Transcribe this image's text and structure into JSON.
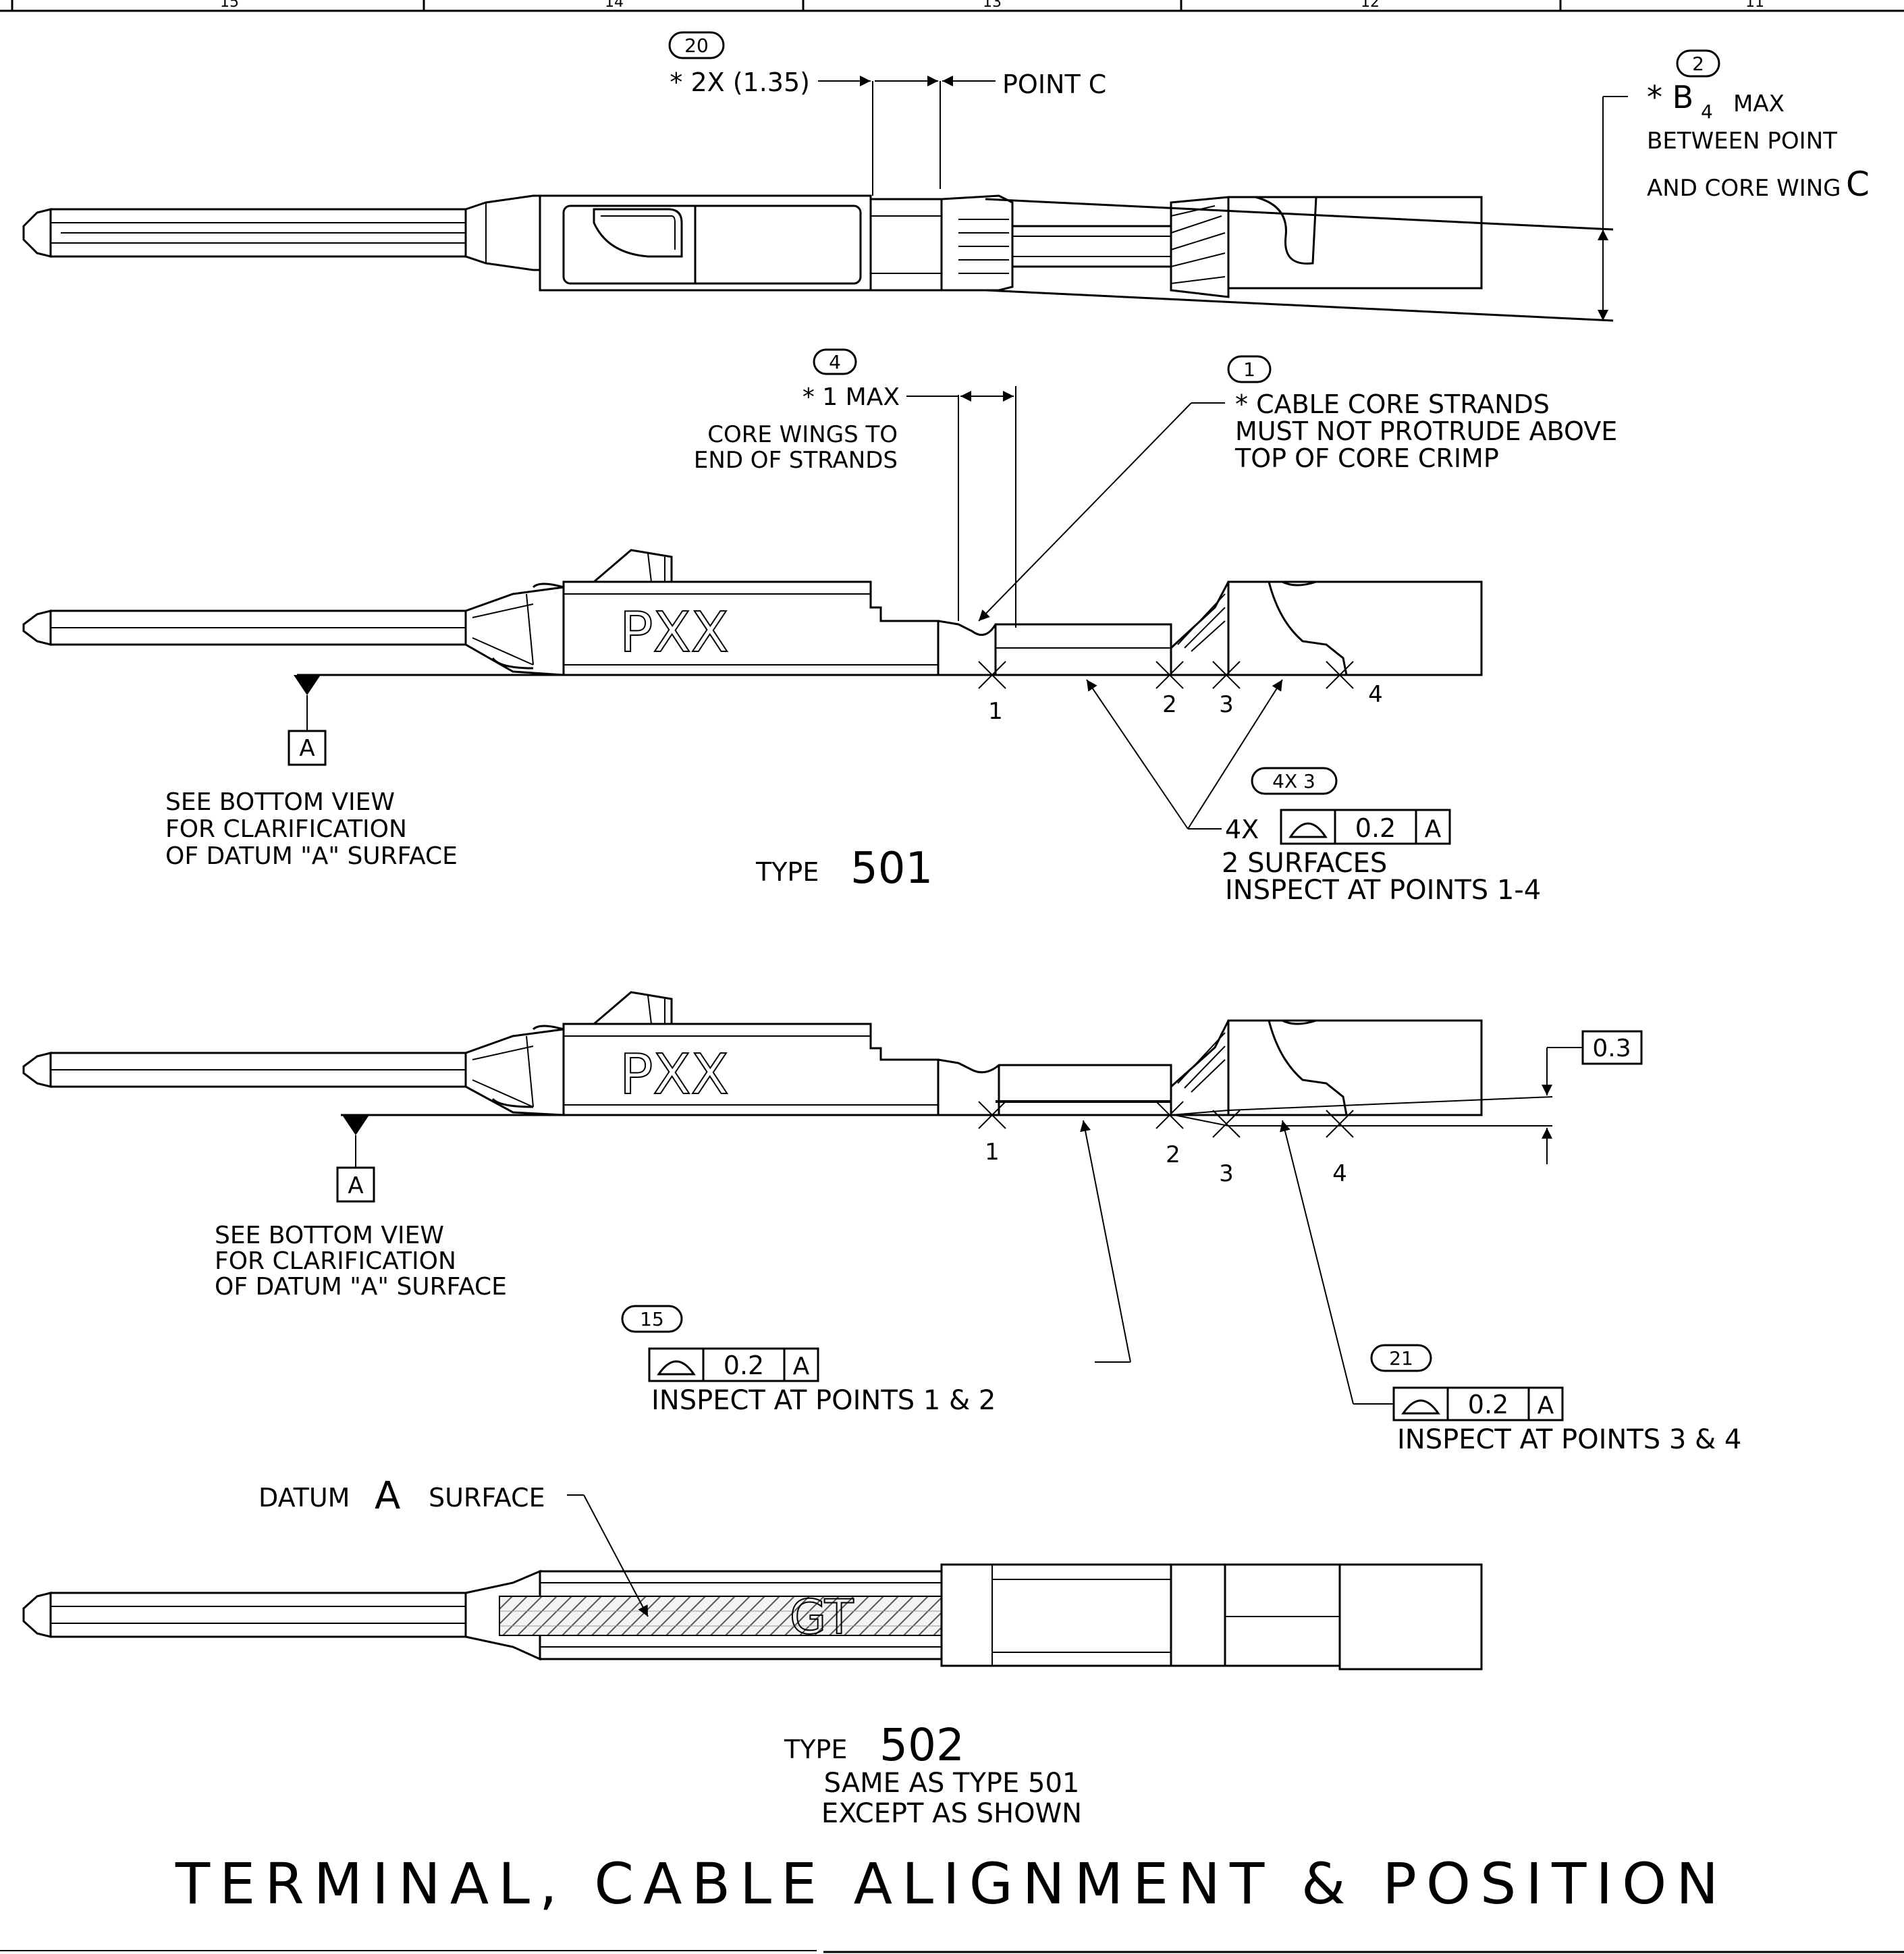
{
  "title_block": {
    "zone_labels": [
      "15",
      "14",
      "13",
      "12",
      "11"
    ]
  },
  "view_top": {
    "balloon": "20",
    "dim_text": "* 2X (1.35)",
    "point_label": "POINT C",
    "note_balloon": "2",
    "note_symbol": "* B",
    "note_subscript": "4",
    "note_max": "MAX",
    "note_line2": "BETWEEN POINT",
    "note_line3": "AND CORE WING",
    "note_line3_letter": "C"
  },
  "view_501": {
    "balloon_wings": "4",
    "wings_dim": "* 1 MAX",
    "wings_line1": "CORE WINGS TO",
    "wings_line2": "END OF STRANDS",
    "balloon_strands": "1",
    "strands_line1": "* CABLE CORE STRANDS",
    "strands_line2": "MUST NOT PROTRUDE ABOVE",
    "strands_line3": "TOP OF CORE CRIMP",
    "marking": "PXX",
    "datum_letter": "A",
    "datum_note_line1": "SEE BOTTOM VIEW",
    "datum_note_line2": "FOR CLARIFICATION",
    "datum_note_line3": "OF DATUM \"A\" SURFACE",
    "points": [
      "1",
      "2",
      "3",
      "4"
    ],
    "balloon_fcf": "4X 3",
    "fcf_prefix": "4X",
    "fcf_tolerance": "0.2",
    "fcf_datum": "A",
    "fcf_note_line1": "2 SURFACES",
    "fcf_note_line2": "INSPECT AT POINTS 1-4",
    "type_word": "TYPE",
    "type_number": "501"
  },
  "view_502": {
    "marking": "PXX",
    "datum_letter": "A",
    "datum_note_line1": "SEE BOTTOM VIEW",
    "datum_note_line2": "FOR CLARIFICATION",
    "datum_note_line3": "OF DATUM \"A\" SURFACE",
    "points": [
      "1",
      "2",
      "3",
      "4"
    ],
    "tolerance_box": "0.3",
    "balloon_a": "15",
    "fcf_a_tolerance": "0.2",
    "fcf_a_datum": "A",
    "fcf_a_note": "INSPECT AT POINTS 1 & 2",
    "balloon_b": "21",
    "fcf_b_tolerance": "0.2",
    "fcf_b_datum": "A",
    "fcf_b_note": "INSPECT AT POINTS 3 & 4"
  },
  "view_bottom": {
    "datum_label_word": "DATUM",
    "datum_label_letter": "A",
    "datum_label_surface": "SURFACE",
    "marking": "GT",
    "type_word": "TYPE",
    "type_number": "502",
    "type_line2": "SAME AS TYPE 501",
    "type_line3": "EXCEPT AS SHOWN"
  },
  "main_title": "TERMINAL, CABLE ALIGNMENT & POSITION"
}
